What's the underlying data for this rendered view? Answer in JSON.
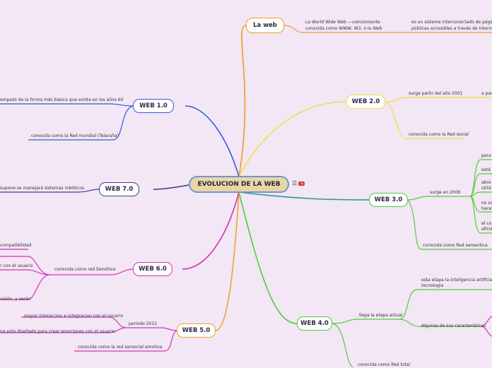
{
  "central": {
    "title": "EVOLUCION DE LA WEB"
  },
  "colors": {
    "orange": "#f29a25",
    "yellow": "#f0e040",
    "teal": "#2a9a8c",
    "green": "#4fcf3a",
    "gold": "#e8a72a",
    "magenta": "#d633b8",
    "navy": "#3b3f9c",
    "blue": "#2f5fe0"
  },
  "nodes": {
    "la_web": "La web",
    "web20": "WEB 2.0",
    "web30": "WEB 3.0",
    "web40": "WEB 4.0",
    "web10": "WEB 1.0",
    "web70": "WEB 7.0",
    "web60": "WEB 6.0",
    "web50": "WEB 5.0"
  },
  "labels": {
    "la_web_def_1": "La World Wide Web —comúnmente",
    "la_web_def_2": "conocida como WWW, W3, o la Web",
    "la_web_sys_1": "es un sistema interconectado de páginas",
    "la_web_sys_2": "públicas accesibles a través de Internet.",
    "web20_start": "surge partir del año 2001",
    "web20_apart": "a part",
    "web20_social": "conocida como la Red social",
    "web30_surge": "surge en 2006",
    "web30_para": "para",
    "web30_esta": "está",
    "web30_abre_1": "abre",
    "web30_abre_2": "utiliz",
    "web30_noso_1": "no so",
    "web30_noso_2": "hace",
    "web30_elco_1": "el co",
    "web30_elco_2": "eficie",
    "web30_semantic": "conocida como Red semantica",
    "web40_llega": "llega la etapa actual",
    "web40_ia_1": "esta etapa la inteligencia artificial aj",
    "web40_ia_2": "tecnologia",
    "web40_algunas": "Algunas de sus caracteristicas",
    "web40_conocida": "conocida como Red total",
    "web10_basic": "empezó de la forma más básica que existe en los años 60",
    "web10_mundial": "conocida como la Red mundial (Telaraña)",
    "web70_robot": "supone se manejará sistemas robóticos",
    "web60_compat": "compatibilidad",
    "web60_sensitiva": "conocida como red Sensitiva",
    "web60_usuario": "r con el usuario",
    "web60_vision": "visión, y serán",
    "web50_mayor": "mayor interaccion e integracion con el usuario",
    "web50_emociones": "na esta diseñado para crear emociones con el usuario",
    "web50_periodo": "periodo 2012",
    "web50_emotiva": "conocida como la red sensorial emotiva"
  },
  "icons": {
    "menu": "menu-icon",
    "youtube": "youtube-icon"
  }
}
